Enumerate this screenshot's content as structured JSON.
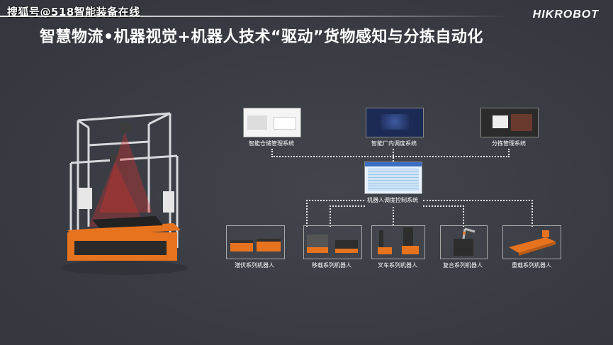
{
  "watermark": "搜狐号@518智能装备在线",
  "logo": "HIKROBOT",
  "title": "智慧物流•机器视觉+机器人技术“驱动”货物感知与分拣自动化",
  "systems": {
    "warehouse": "智能仓储管理系统",
    "factory": "智能厂内调度系统",
    "sorting": "分拣管理系统",
    "control": "机器人调度控制系统"
  },
  "robots": [
    {
      "label": "潜伏系列机器人"
    },
    {
      "label": "移载系列机器人"
    },
    {
      "label": "叉车系列机器人"
    },
    {
      "label": "复合系列机器人"
    },
    {
      "label": "重载系列机器人"
    }
  ],
  "colors": {
    "accent": "#e8731e",
    "background": "#3b3e45",
    "laser": "#e0302a"
  }
}
